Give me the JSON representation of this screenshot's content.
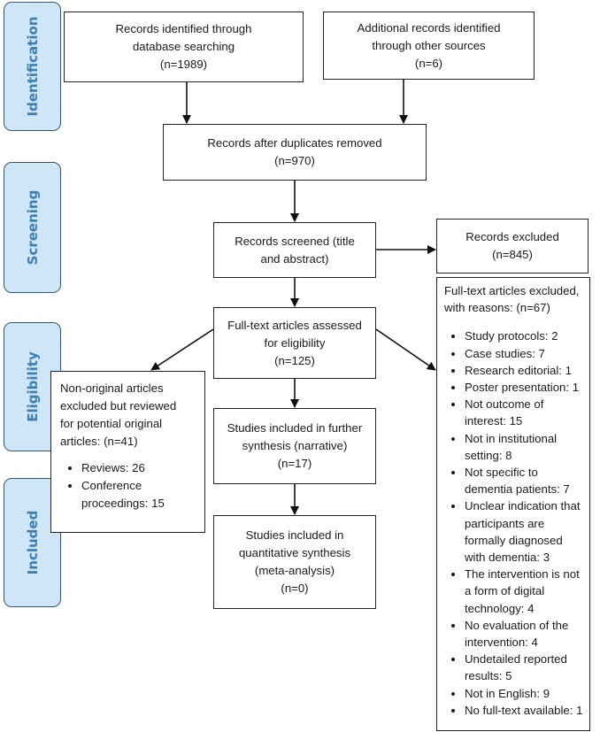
{
  "phases": {
    "identification": "Identification",
    "screening": "Screening",
    "eligibility": "Eligibility",
    "included": "Included"
  },
  "boxes": {
    "db_search": {
      "line1": "Records identified through",
      "line2": "database searching",
      "line3": "(n=1989)"
    },
    "other_sources": {
      "line1": "Additional records identified",
      "line2": "through other sources",
      "line3": "(n=6)"
    },
    "duplicates_removed": {
      "line1": "Records after duplicates removed",
      "line2": "(n=970)"
    },
    "screened": {
      "line1": "Records screened (title",
      "line2": "and abstract)"
    },
    "excluded": {
      "line1": "Records excluded",
      "line2": "(n=845)"
    },
    "fulltext_assessed": {
      "line1": "Full-text articles assessed",
      "line2": "for eligibility",
      "line3": "(n=125)"
    },
    "non_original": {
      "line1": "Non-original articles",
      "line2": "excluded but reviewed",
      "line3": "for potential original",
      "line4": "articles: (n=41)",
      "items": [
        "Reviews: 26",
        "Conference proceedings: 15"
      ]
    },
    "further_synthesis": {
      "line1": "Studies included in further",
      "line2": "synthesis (narrative)",
      "line3": "(n=17)"
    },
    "quantitative": {
      "line1": "Studies included in",
      "line2": "quantitative synthesis",
      "line3": "(meta-analysis)",
      "line4": "(n=0)"
    },
    "fulltext_excluded": {
      "line1": "Full-text articles excluded,",
      "line2": "with reasons: (n=67)",
      "items": [
        "Study protocols: 2",
        "Case studies: 7",
        "Research editorial: 1",
        "Poster presentation: 1",
        "Not outcome of interest: 15",
        "Not in institutional setting: 8",
        "Not specific to dementia patients: 7",
        "Unclear indication that participants are formally diagnosed with dementia: 3",
        "The intervention is not a form of digital technology: 4",
        "No evaluation of the intervention: 4",
        "Undetailed reported results: 5",
        "Not in English: 9",
        "No full-text available: 1"
      ]
    }
  }
}
